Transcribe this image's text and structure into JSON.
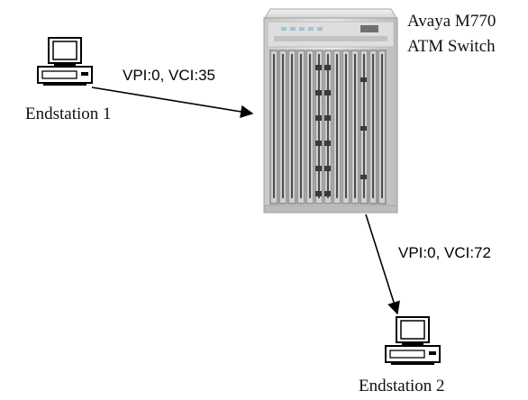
{
  "nodes": {
    "endstation1": {
      "label": "Endstation 1",
      "icon": "computer-icon"
    },
    "endstation2": {
      "label": "Endstation 2",
      "icon": "computer-icon"
    },
    "switch": {
      "name_line1": "Avaya M770",
      "name_line2": "ATM Switch",
      "icon": "atm-switch-chassis-icon"
    }
  },
  "links": [
    {
      "from": "Endstation 1",
      "to": "Avaya M770 ATM Switch",
      "label": "VPI:0, VCI:35"
    },
    {
      "from": "Avaya M770 ATM Switch",
      "to": "Endstation 2",
      "label": "VPI:0, VCI:72"
    }
  ]
}
